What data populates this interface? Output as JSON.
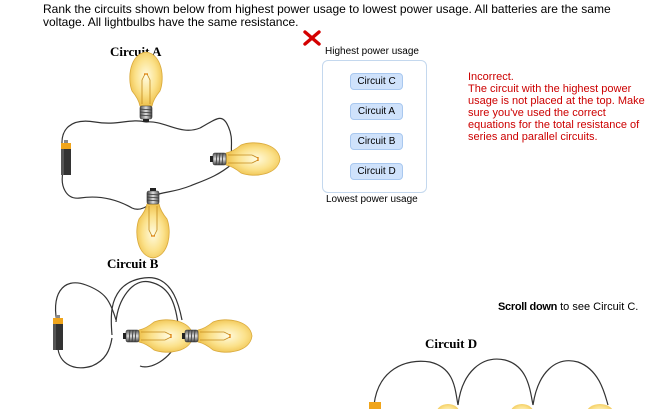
{
  "instructions": "Rank the circuits shown below from highest power usage to lowest power usage. All batteries are the same voltage. All lightbulbs have the same resistance.",
  "circuits": {
    "a_label": "Circuit  A",
    "b_label": "Circuit  B",
    "d_label": "Circuit  D"
  },
  "ranking": {
    "top_label": "Highest power usage",
    "bottom_label": "Lowest power usage",
    "items": [
      "Circuit C",
      "Circuit A",
      "Circuit B",
      "Circuit D"
    ]
  },
  "feedback": {
    "status_icon": "x-icon",
    "heading": "Incorrect.",
    "message": "The circuit with the highest power usage is not placed at the top.  Make sure you've used the correct equations for the total resistance of series and parallel circuits."
  },
  "scroll_note": {
    "bold": "Scroll down",
    "rest": " to see Circuit C."
  },
  "colors": {
    "error": "#cc0000",
    "rank_item_bg": "#cfe2fb",
    "rank_border": "#c4d8ee",
    "bulb_glow": "#fbe18a"
  }
}
